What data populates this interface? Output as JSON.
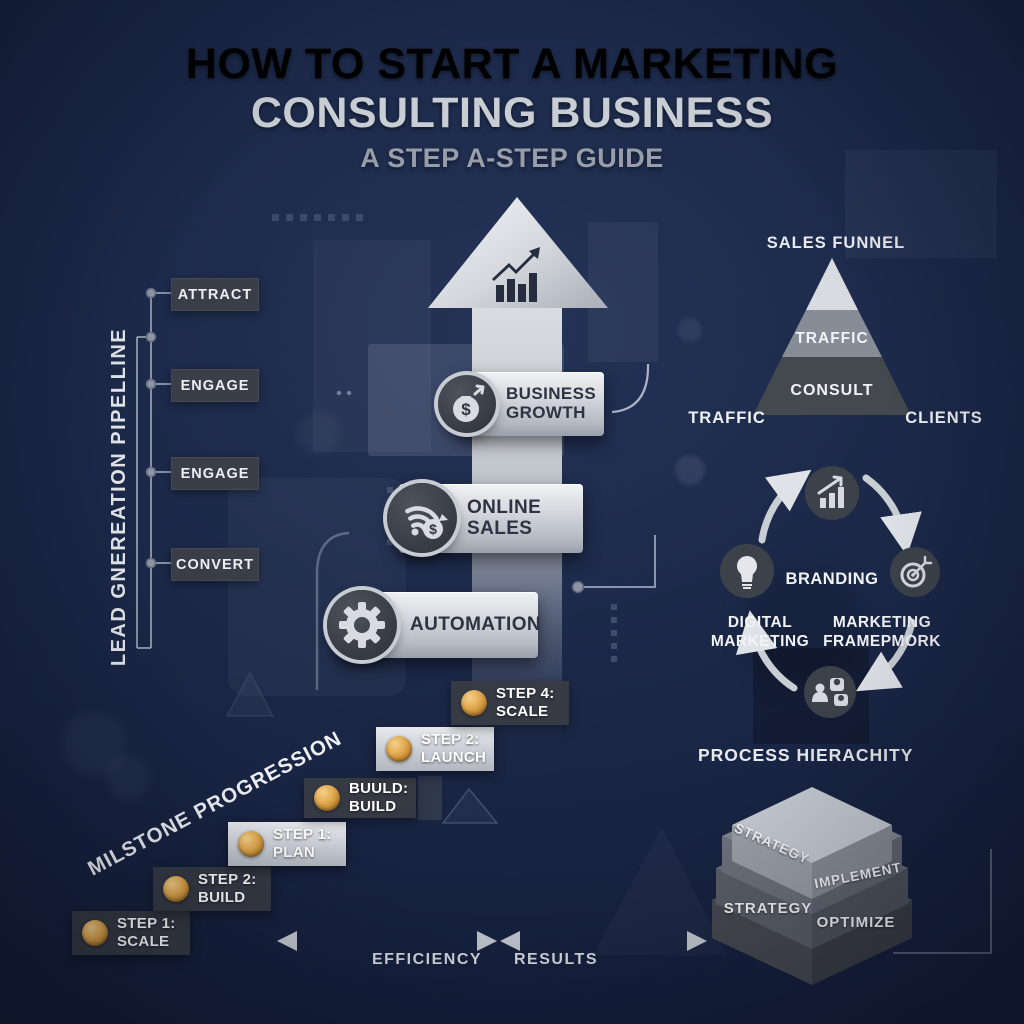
{
  "title": {
    "line1_muted": "HOW TO START",
    "line1_bright": " A MARKETING",
    "line2": "CONSULTING BUSINESS",
    "subtitle": "A STEP A-STEP GUIDE"
  },
  "pipeline": {
    "label": "LEAD GNEREATION PIPELLINE",
    "stages": [
      {
        "label": "ATTRACT"
      },
      {
        "label": "ENGAGE"
      },
      {
        "label": "ENGAGE"
      },
      {
        "label": "CONVERT"
      }
    ]
  },
  "growth": {
    "arrow_icon": "bar-chart-arrow-icon",
    "banners": [
      {
        "label": "BUSINESS GROWTH",
        "icon": "money-bag-icon"
      },
      {
        "label": "ONLINE SALES",
        "icon": "wifi-dollar-icon"
      },
      {
        "label": "AUTOMATION",
        "icon": "gear-icon"
      }
    ]
  },
  "funnel": {
    "title": "SALES FUNNEL",
    "mid_tier": "TRAFFIC",
    "bottom_tier": "CONSULT",
    "left_label": "TRAFFIC",
    "right_label": "CLIENTS"
  },
  "cycle": {
    "center": "BRANDING",
    "left": "DIGITAL MARKETING",
    "right": "MARKETING FRAMEPMORK",
    "nodes": [
      {
        "icon": "bar-chart-icon"
      },
      {
        "icon": "target-icon"
      },
      {
        "icon": "team-icon"
      },
      {
        "icon": "lightbulb-icon"
      }
    ]
  },
  "milestones": {
    "label": "MILSTONE PROGRESSION",
    "coin_icon": "gold-coin-icon",
    "steps": [
      {
        "line1": "STEP 1:",
        "line2": "SCALE",
        "variant": "dark"
      },
      {
        "line1": "STEP 2:",
        "line2": "BUILD",
        "variant": "dark"
      },
      {
        "line1": "STEP 1:",
        "line2": "PLAN",
        "variant": "light"
      },
      {
        "line1": "BUULD:",
        "line2": "BUILD",
        "variant": "dark"
      },
      {
        "line1": "STEP 2:",
        "line2": "LAUNCH",
        "variant": "light"
      },
      {
        "line1": "STEP 4:",
        "line2": "SCALE",
        "variant": "dark"
      }
    ]
  },
  "hierarchy": {
    "title": "PROCESS HIERACHITY",
    "layers": [
      "STRATEGY",
      "IMPLEMENT",
      "STRATEGY",
      "OPTIMIZE"
    ]
  },
  "axes": {
    "efficiency": "EFFICIENCY",
    "results": "RESULTS"
  },
  "colors": {
    "background": "#1b2848",
    "silver": "#c6cad2",
    "gold": "#d9a54b",
    "dark_panel": "#3a3e46",
    "navy_text": "#2d3342"
  }
}
